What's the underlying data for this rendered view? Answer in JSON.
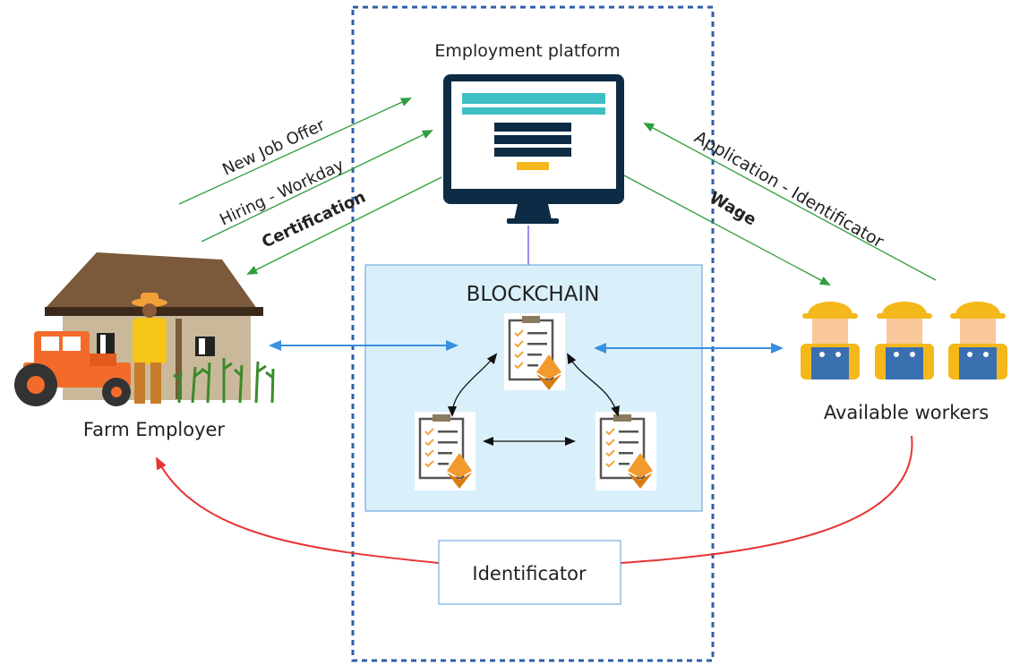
{
  "platform": {
    "title": "Employment platform"
  },
  "blockchain": {
    "title": "BLOCKCHAIN"
  },
  "employer": {
    "label": "Farm Employer"
  },
  "workers": {
    "label": "Available workers"
  },
  "identificator": {
    "label": "Identificator"
  },
  "flows": {
    "new_job_offer": "New Job Offer",
    "hiring_workday": "Hiring - Workday",
    "certification": "Certification",
    "application_identificator": "Application - Identificator",
    "wage": "Wage"
  },
  "colors": {
    "green_arrow": "#2e9e3e",
    "blue_arrow": "#3a8fe0",
    "red_arrow": "#e83434",
    "blockchain_fill": "#d9f0fb",
    "blockchain_border": "#5b9bd5",
    "dashed_border": "#2f5fa8",
    "monitor": "#0d2b45",
    "screen_teal": "#3dbfc4",
    "screen_button": "#f5b81b"
  }
}
